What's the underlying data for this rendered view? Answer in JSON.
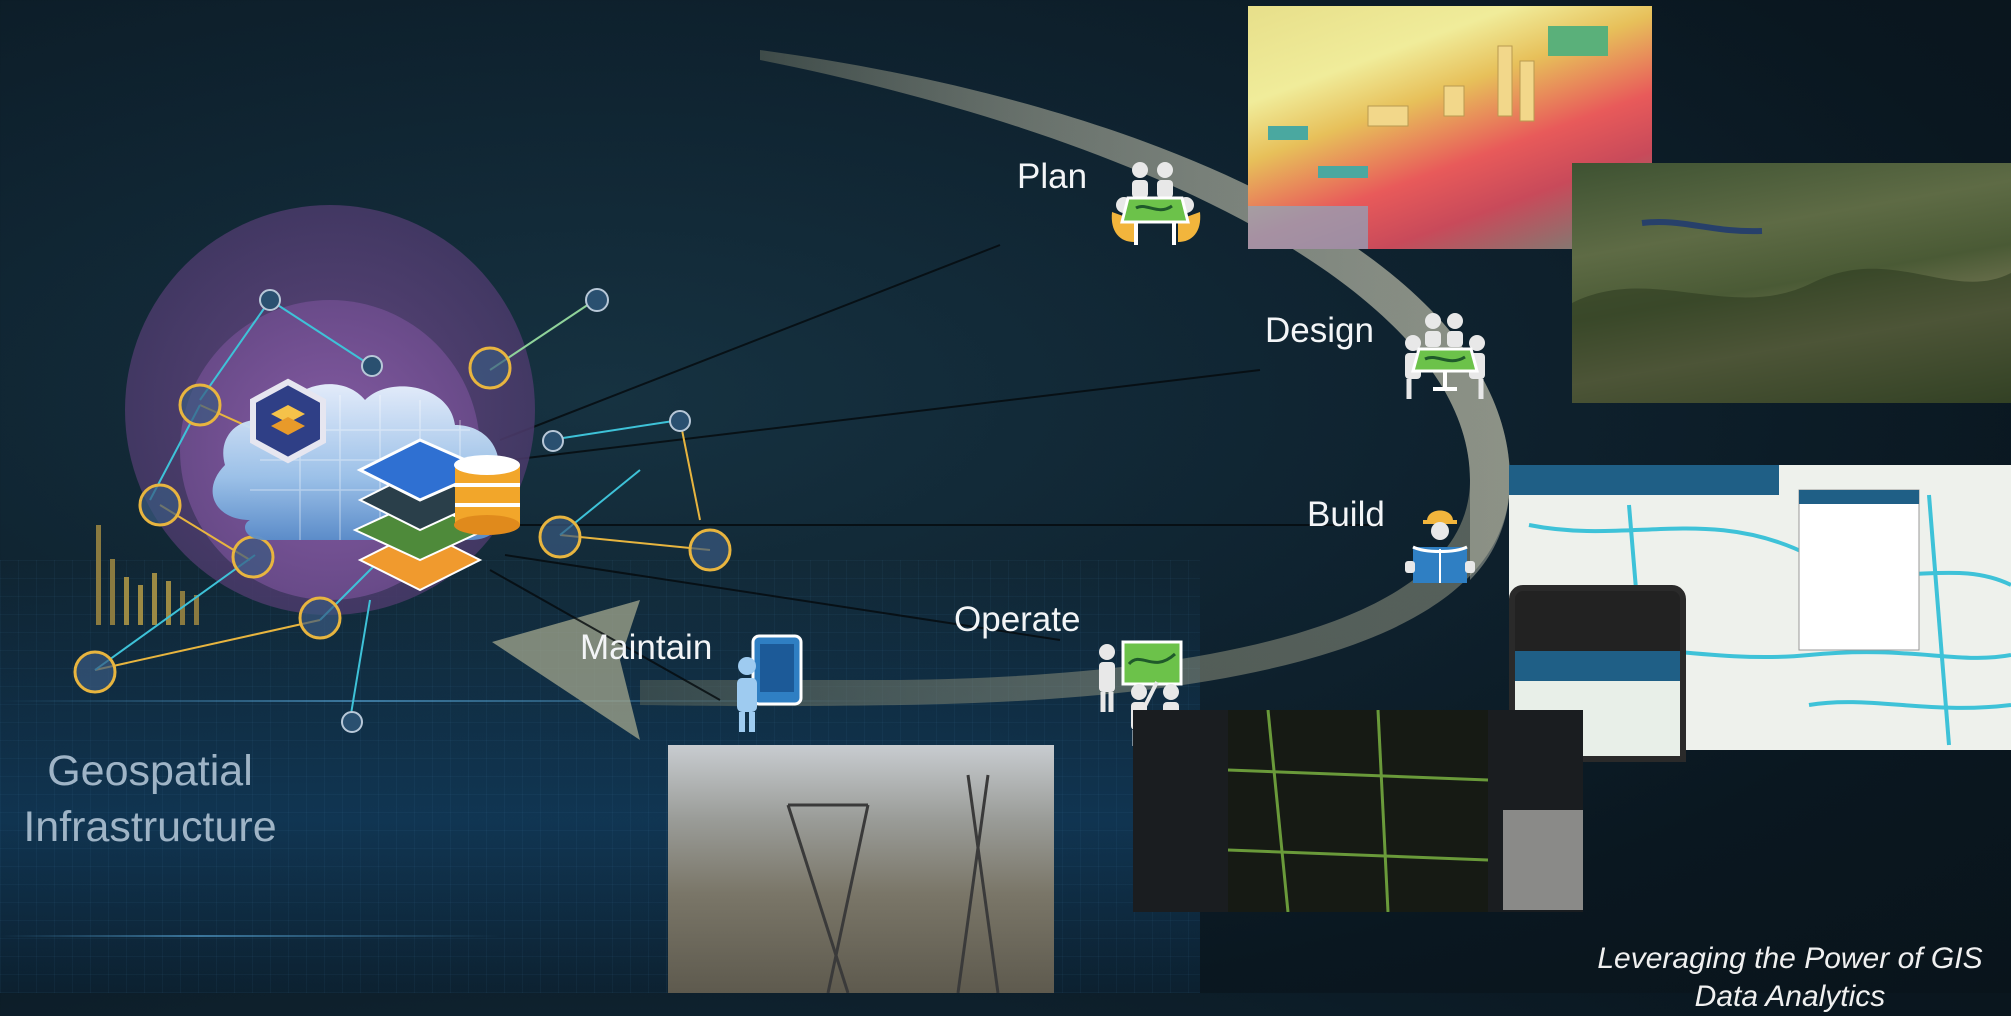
{
  "title": {
    "line1": "Geospatial",
    "line2": "Infrastructure"
  },
  "stages": [
    {
      "label": "Plan",
      "icon": "planning-team-icon"
    },
    {
      "label": "Design",
      "icon": "design-team-icon"
    },
    {
      "label": "Build",
      "icon": "construction-worker-icon"
    },
    {
      "label": "Operate",
      "icon": "operations-team-icon"
    },
    {
      "label": "Maintain",
      "icon": "mobile-field-worker-icon"
    }
  ],
  "caption": {
    "line1": "Leveraging the Power of GIS",
    "line2": "Data Analytics"
  },
  "colors": {
    "accent_gold": "#e8b53f",
    "accent_blue": "#2f7fc3",
    "cycle_arrow": "#c8c6a6",
    "network_teal": "#3ec2d8"
  }
}
